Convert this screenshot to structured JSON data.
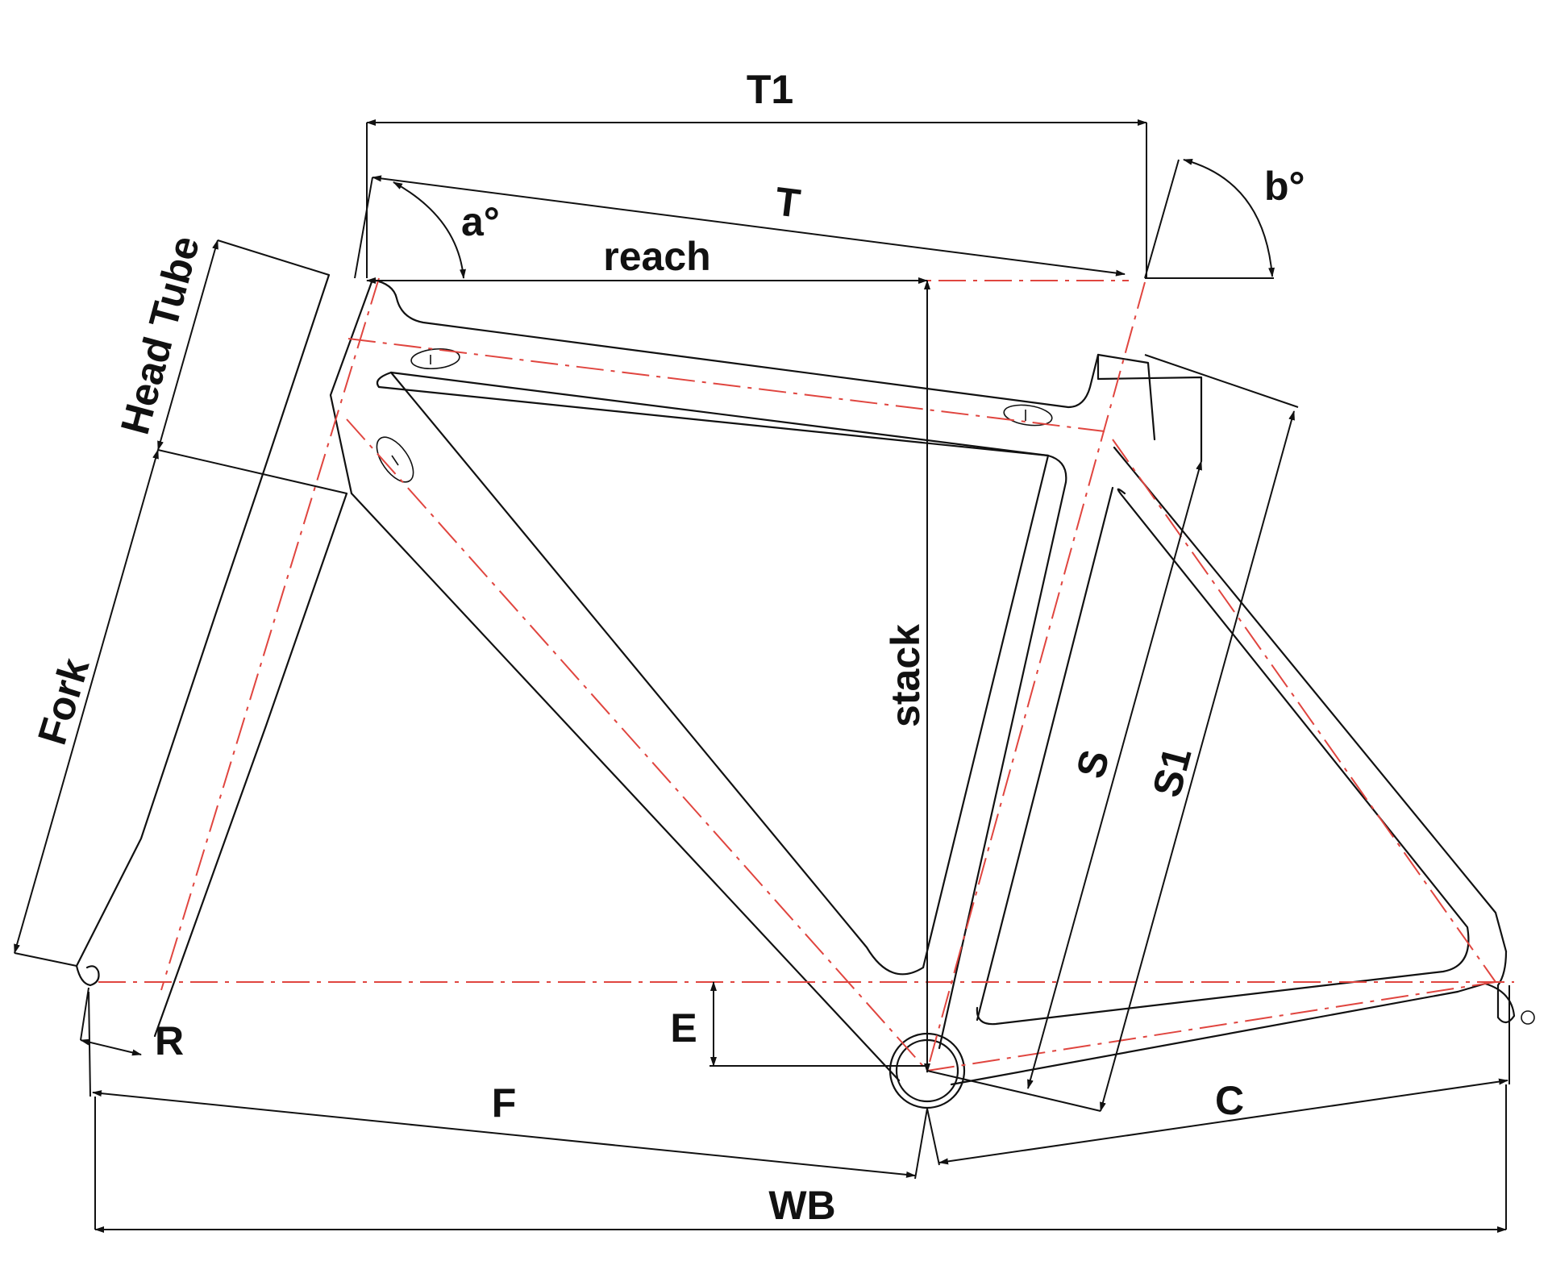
{
  "labels": {
    "t1": "T1",
    "t": "T",
    "reach": "reach",
    "a_angle": "a°",
    "b_angle": "b°",
    "head_tube": "Head Tube",
    "fork": "Fork",
    "stack": "stack",
    "s": "S",
    "s1": "S1",
    "r": "R",
    "e": "E",
    "f": "F",
    "c": "C",
    "wb": "WB"
  },
  "colors": {
    "outline": "#111111",
    "centerline": "#e0453f",
    "background": "#ffffff"
  }
}
